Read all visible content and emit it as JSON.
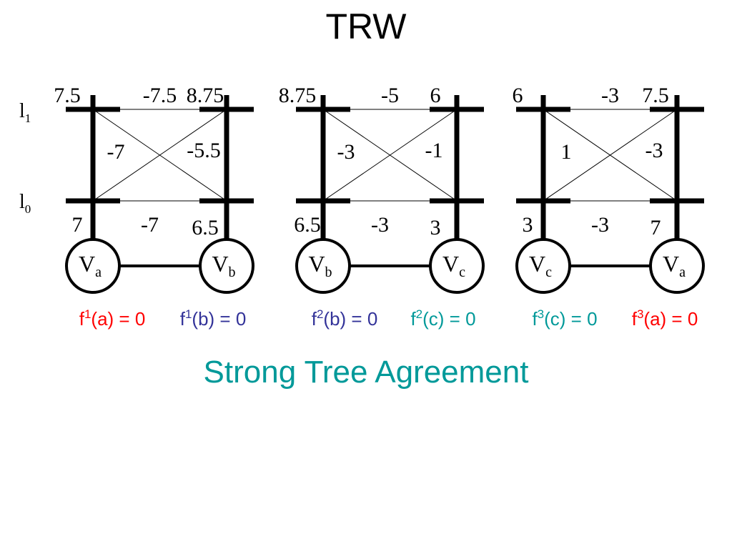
{
  "title": "TRW",
  "subtitle": "Strong Tree Agreement",
  "colors": {
    "red": "#ff0000",
    "blue": "#333399",
    "teal": "#009999",
    "black": "#000000"
  },
  "row_labels": {
    "l1": {
      "base": "l",
      "sub": "1"
    },
    "l0": {
      "base": "l",
      "sub": "0"
    }
  },
  "panels": [
    {
      "top_left": "7.5",
      "top_mid": "-7.5",
      "top_right": "8.75",
      "cross_left": "-7",
      "cross_right": "-5.5",
      "bot_left": "7",
      "bot_mid": "-7",
      "bot_right": "6.5",
      "node_left": {
        "base": "V",
        "sub": "a"
      },
      "node_right": {
        "base": "V",
        "sub": "b"
      },
      "f_left": {
        "f": "f",
        "sup": "1",
        "arg": "(a) = 0",
        "color": "red"
      },
      "f_right": {
        "f": "f",
        "sup": "1",
        "arg": "(b) = 0",
        "color": "blue"
      }
    },
    {
      "top_left": "8.75",
      "top_mid": "-5",
      "top_right": "6",
      "cross_left": "-3",
      "cross_right": "-1",
      "bot_left": "6.5",
      "bot_mid": "-3",
      "bot_right": "3",
      "node_left": {
        "base": "V",
        "sub": "b"
      },
      "node_right": {
        "base": "V",
        "sub": "c"
      },
      "f_left": {
        "f": "f",
        "sup": "2",
        "arg": "(b) = 0",
        "color": "blue"
      },
      "f_right": {
        "f": "f",
        "sup": "2",
        "arg": "(c) = 0",
        "color": "teal"
      }
    },
    {
      "top_left": "6",
      "top_mid": "-3",
      "top_right": "7.5",
      "cross_left": "1",
      "cross_right": "-3",
      "bot_left": "3",
      "bot_mid": "-3",
      "bot_right": "7",
      "node_left": {
        "base": "V",
        "sub": "c"
      },
      "node_right": {
        "base": "V",
        "sub": "a"
      },
      "f_left": {
        "f": "f",
        "sup": "3",
        "arg": "(c) = 0",
        "color": "teal"
      },
      "f_right": {
        "f": "f",
        "sup": "3",
        "arg": "(a) = 0",
        "color": "red"
      }
    }
  ]
}
